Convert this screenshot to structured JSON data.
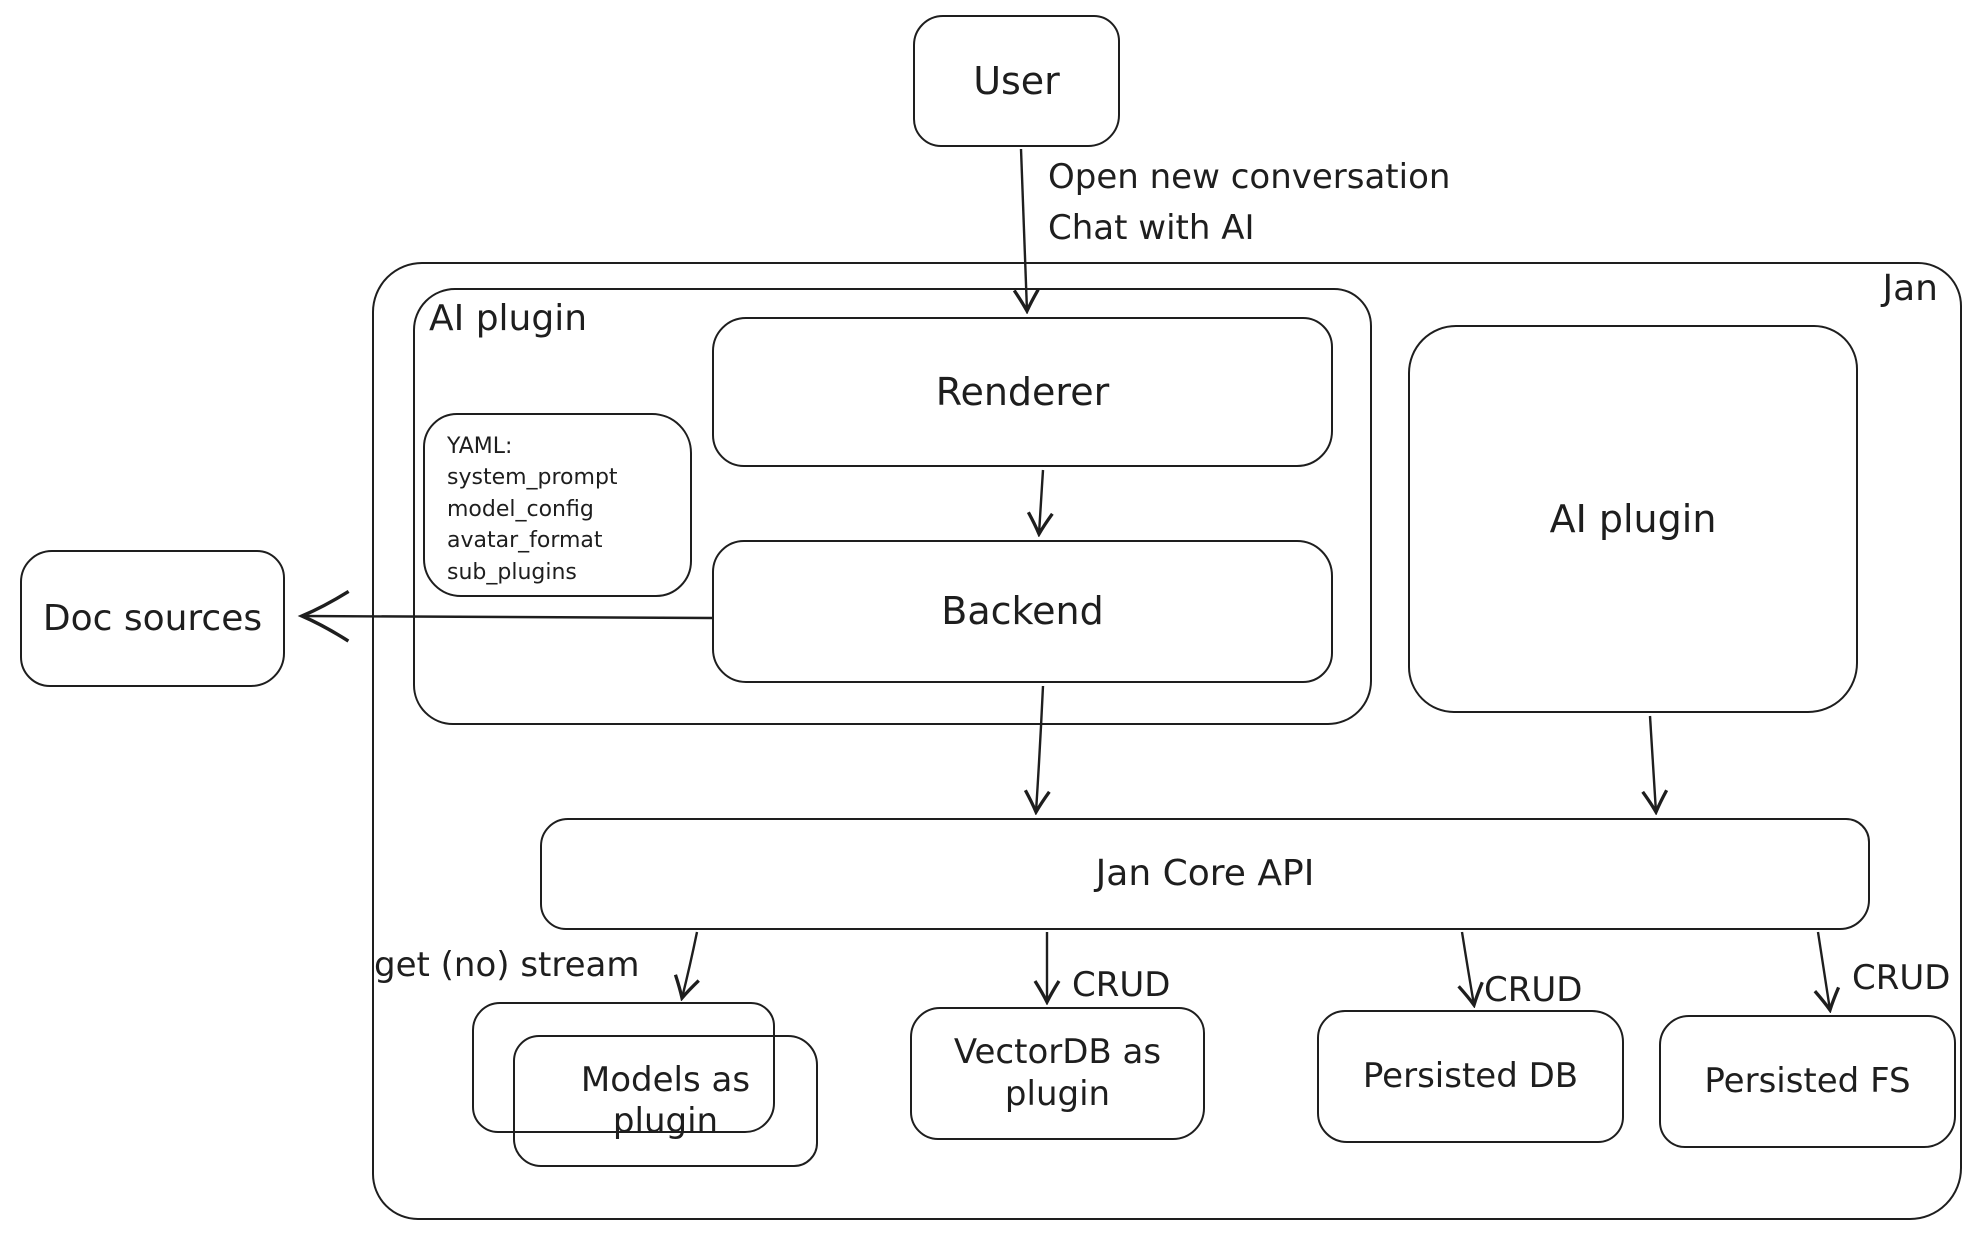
{
  "diagram": {
    "nodes": {
      "user": {
        "label": "User"
      },
      "jan_container": {
        "label": "Jan"
      },
      "ai_plugin_group": {
        "label": "AI plugin"
      },
      "renderer": {
        "label": "Renderer"
      },
      "backend": {
        "label": "Backend"
      },
      "ai_plugin": {
        "label": "AI plugin"
      },
      "doc_sources": {
        "label": "Doc sources"
      },
      "jan_core_api": {
        "label": "Jan Core API"
      },
      "models_plugin": {
        "label": "Models as\nplugin"
      },
      "vectordb_plugin": {
        "label": "VectorDB as\nplugin"
      },
      "persisted_db": {
        "label": "Persisted DB"
      },
      "persisted_fs": {
        "label": "Persisted FS"
      }
    },
    "yaml_note": {
      "lines": [
        "YAML:",
        "system_prompt",
        "model_config",
        "avatar_format",
        "sub_plugins"
      ]
    },
    "edge_labels": {
      "user_to_renderer": "Open new conversation\nChat with AI",
      "get_stream": "get (no) stream",
      "crud_vectordb": "CRUD",
      "crud_db": "CRUD",
      "crud_fs": "CRUD"
    },
    "colors": {
      "stroke": "#1e1e1e",
      "background": "#ffffff"
    }
  }
}
